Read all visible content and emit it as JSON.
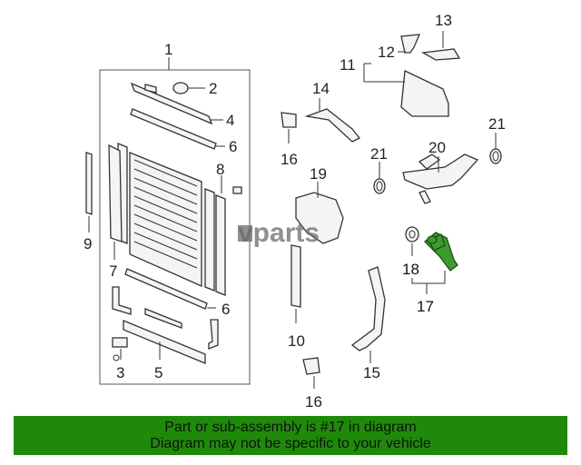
{
  "callouts": [
    "1",
    "2",
    "3",
    "4",
    "5",
    "6",
    "6",
    "7",
    "8",
    "9",
    "10",
    "11",
    "12",
    "13",
    "14",
    "15",
    "16",
    "16",
    "17",
    "18",
    "19",
    "20",
    "21",
    "21"
  ],
  "watermark": "vparts",
  "banner": {
    "line1": "Part or sub-assembly is #17 in diagram",
    "line2": "Diagram may not be specific to your vehicle"
  },
  "colors": {
    "highlight": "#3e9b2f",
    "banner": "#1f8a0a"
  }
}
